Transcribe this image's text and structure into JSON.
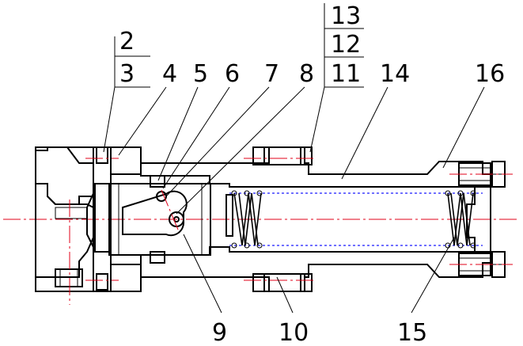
{
  "labels": {
    "l2": "2",
    "l3": "3",
    "l4": "4",
    "l5": "5",
    "l6": "6",
    "l7": "7",
    "l8": "8",
    "l11": "11",
    "l12": "12",
    "l13": "13",
    "l14": "14",
    "l16": "16",
    "l9": "9",
    "l10": "10",
    "l15": "15"
  },
  "colors": {
    "outline": "#000000",
    "hatch": "#3b3bff",
    "centerline": "#e0001a"
  }
}
